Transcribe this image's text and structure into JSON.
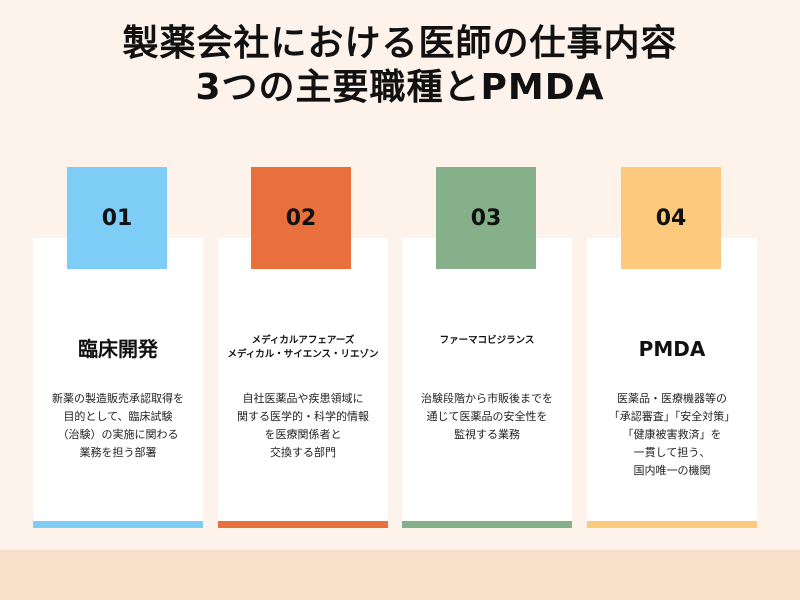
{
  "title": {
    "line1": "製薬会社における医師の仕事内容",
    "line2": "3つの主要職種とPMDA"
  },
  "colors": {
    "background": "#fdf3ea",
    "bottom_band": "#f8dfc9",
    "card": "#ffffff"
  },
  "cards": [
    {
      "number": "01",
      "color": "#7ecdf6",
      "title_lines": [
        "臨床開発"
      ],
      "title_size": "big",
      "description": [
        "新薬の製造販売承認取得を",
        "目的として、臨床試験",
        "（治験）の実施に関わる",
        "業務を担う部署"
      ]
    },
    {
      "number": "02",
      "color": "#e8703c",
      "title_lines": [
        "メディカルアフェアーズ",
        "メディカル・サイエンス・リエゾン"
      ],
      "title_size": "small",
      "description": [
        "自社医薬品や疾患領域に",
        "関する医学的・科学的情報",
        "を医療関係者と",
        "交換する部門"
      ]
    },
    {
      "number": "03",
      "color": "#85b08a",
      "title_lines": [
        "ファーマコビジランス"
      ],
      "title_size": "small",
      "description": [
        "治験段階から市販後までを",
        "通じて医薬品の安全性を",
        "監視する業務"
      ]
    },
    {
      "number": "04",
      "color": "#fdc97c",
      "title_lines": [
        "PMDA"
      ],
      "title_size": "big",
      "description": [
        "医薬品・医療機器等の",
        "「承認審査」「安全対策」",
        "「健康被害救済」を",
        "一貫して担う、",
        "国内唯一の機関"
      ]
    }
  ]
}
